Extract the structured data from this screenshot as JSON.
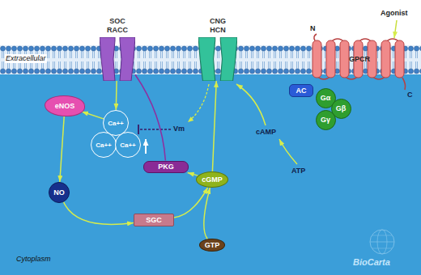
{
  "diagram": {
    "nodes": [
      {
        "text": [
          "SOC RACC"
        ]
      },
      {
        "text": [
          "CNG HCN"
        ]
      },
      {
        "text": [
          "GPCR"
        ]
      },
      {
        "text": [
          "eNOS"
        ]
      },
      {
        "text": [
          "AC"
        ]
      },
      {
        "text": [
          "Gα"
        ]
      },
      {
        "text": [
          "Gβ"
        ]
      },
      {
        "text": [
          "Gγ"
        ]
      },
      {
        "text": [
          "Ca++"
        ]
      },
      {
        "text": [
          "Ca++"
        ]
      },
      {
        "text": [
          "Ca++"
        ]
      },
      {
        "text": [
          "NO"
        ]
      },
      {
        "text": [
          "PKG"
        ]
      },
      {
        "text": [
          "cGMP"
        ]
      },
      {
        "text": [
          "SGC"
        ]
      },
      {
        "text": [
          "GTP"
        ]
      }
    ],
    "edges": [
      {
        "from": 0,
        "to": 8,
        "arrow": "to"
      },
      {
        "from": 8,
        "to": 3,
        "arrow": "to"
      },
      {
        "from": 3,
        "to": 11,
        "arrow": "to"
      },
      {
        "from": 11,
        "to": 14,
        "arrow": "to"
      },
      {
        "from": 14,
        "to": 13,
        "arrow": "to"
      },
      {
        "from": 15,
        "to": 13,
        "arrow": "to"
      },
      {
        "from": 13,
        "to": 12,
        "arrow": "to"
      },
      {
        "from": 13,
        "to": 1,
        "arrow": "to"
      },
      {
        "from": 12,
        "to": 0,
        "arrow": "none"
      }
    ],
    "labels": [
      "Extracellular",
      "Agonist",
      "N",
      "C",
      "Vm",
      "cAMP",
      "ATP",
      "Cytoplasm",
      "BioCarta"
    ]
  }
}
